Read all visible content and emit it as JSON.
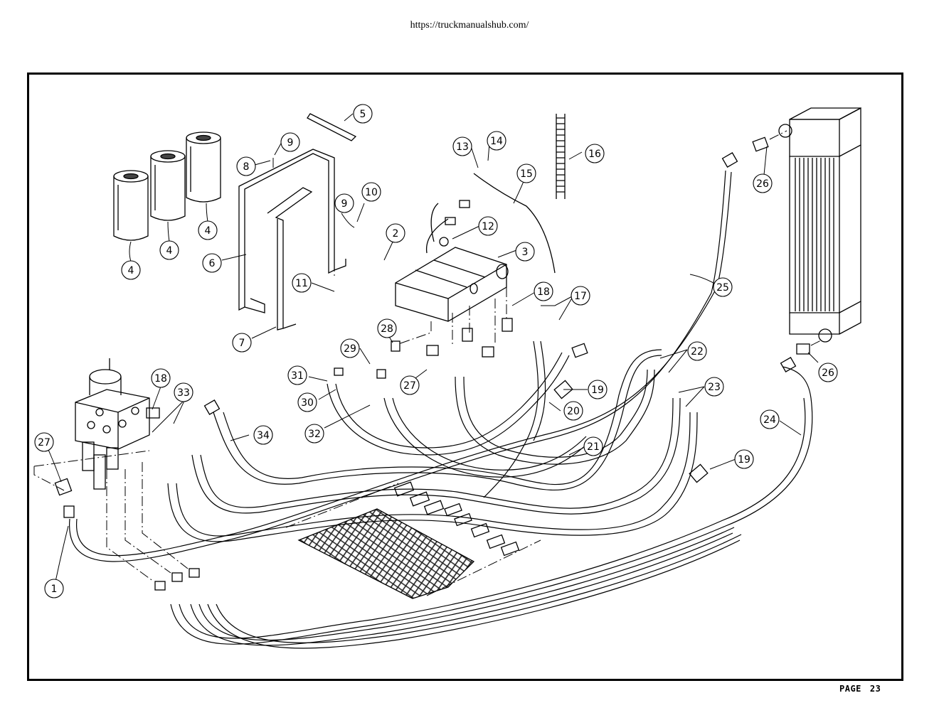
{
  "header": {
    "url": "https://truckmanualshub.com/"
  },
  "footer": {
    "page_label": "PAGE",
    "page_number": "23"
  },
  "callouts": [
    {
      "id": "c1",
      "label": "1"
    },
    {
      "id": "c2",
      "label": "2"
    },
    {
      "id": "c3",
      "label": "3"
    },
    {
      "id": "c4a",
      "label": "4"
    },
    {
      "id": "c4b",
      "label": "4"
    },
    {
      "id": "c4c",
      "label": "4"
    },
    {
      "id": "c5",
      "label": "5"
    },
    {
      "id": "c6",
      "label": "6"
    },
    {
      "id": "c7",
      "label": "7"
    },
    {
      "id": "c8",
      "label": "8"
    },
    {
      "id": "c9a",
      "label": "9"
    },
    {
      "id": "c9b",
      "label": "9"
    },
    {
      "id": "c10",
      "label": "10"
    },
    {
      "id": "c11",
      "label": "11"
    },
    {
      "id": "c12",
      "label": "12"
    },
    {
      "id": "c13",
      "label": "13"
    },
    {
      "id": "c14",
      "label": "14"
    },
    {
      "id": "c15",
      "label": "15"
    },
    {
      "id": "c16",
      "label": "16"
    },
    {
      "id": "c17",
      "label": "17"
    },
    {
      "id": "c18a",
      "label": "18"
    },
    {
      "id": "c18b",
      "label": "18"
    },
    {
      "id": "c19a",
      "label": "19"
    },
    {
      "id": "c19b",
      "label": "19"
    },
    {
      "id": "c20",
      "label": "20"
    },
    {
      "id": "c21",
      "label": "21"
    },
    {
      "id": "c22",
      "label": "22"
    },
    {
      "id": "c23",
      "label": "23"
    },
    {
      "id": "c24",
      "label": "24"
    },
    {
      "id": "c25",
      "label": "25"
    },
    {
      "id": "c26a",
      "label": "26"
    },
    {
      "id": "c26b",
      "label": "26"
    },
    {
      "id": "c27a",
      "label": "27"
    },
    {
      "id": "c27b",
      "label": "27"
    },
    {
      "id": "c28",
      "label": "28"
    },
    {
      "id": "c29",
      "label": "29"
    },
    {
      "id": "c30",
      "label": "30"
    },
    {
      "id": "c31",
      "label": "31"
    },
    {
      "id": "c32",
      "label": "32"
    },
    {
      "id": "c33",
      "label": "33"
    },
    {
      "id": "c34",
      "label": "34"
    }
  ]
}
